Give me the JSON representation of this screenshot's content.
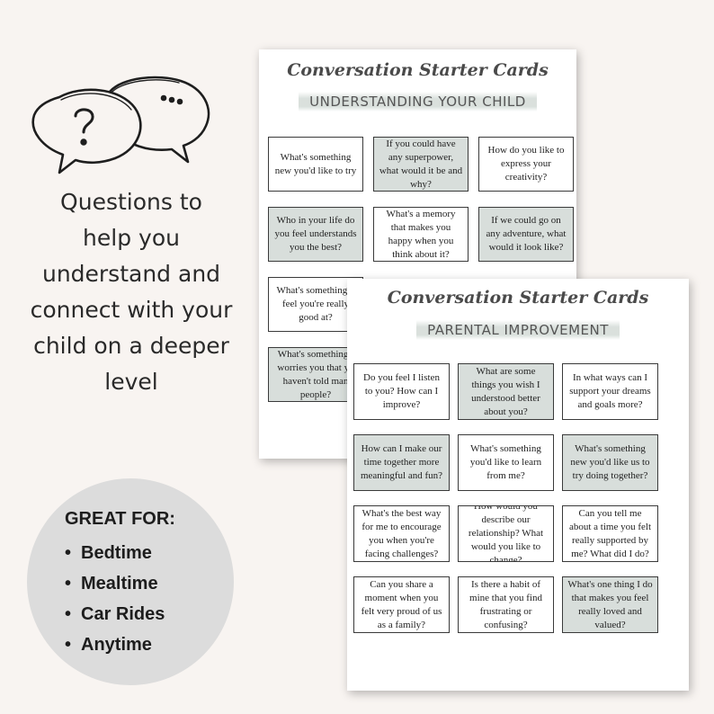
{
  "headline": [
    "Questions to",
    "help you",
    "understand and",
    "connect with your",
    "child on a deeper",
    "level"
  ],
  "great_for": {
    "title": "GREAT FOR:",
    "items": [
      "Bedtime",
      "Mealtime",
      "Car Rides",
      "Anytime"
    ]
  },
  "sheet1": {
    "title": "Conversation Starter Cards",
    "subtitle": "UNDERSTANDING YOUR CHILD",
    "cards": [
      {
        "text": "What's something new you'd like to try",
        "shaded": false
      },
      {
        "text": "If you could have any superpower, what would it be and why?",
        "shaded": true
      },
      {
        "text": "How do you like to express your creativity?",
        "shaded": false
      },
      {
        "text": "Who in your life do you feel understands you the best?",
        "shaded": true
      },
      {
        "text": "What's a memory that makes you happy when you think about it?",
        "shaded": false
      },
      {
        "text": "If we could go on any adventure, what would it look like?",
        "shaded": true
      },
      {
        "text": "What's something y feel you're really good at?",
        "shaded": false
      },
      {
        "text": "What's something t worries you that yo haven't told man people?",
        "shaded": true
      }
    ]
  },
  "sheet2": {
    "title": "Conversation Starter Cards",
    "subtitle": "PARENTAL IMPROVEMENT",
    "cards": [
      {
        "text": "Do you feel I listen to you? How can I improve?",
        "shaded": false
      },
      {
        "text": "What are some things you wish I understood better about you?",
        "shaded": true
      },
      {
        "text": "In what ways can I support your dreams and goals more?",
        "shaded": false
      },
      {
        "text": "How can I make our time together more meaningful and fun?",
        "shaded": true
      },
      {
        "text": "What's something you'd like to learn from me?",
        "shaded": false
      },
      {
        "text": "What's something new you'd like us to try doing together?",
        "shaded": true
      },
      {
        "text": "What's the best way for me to encourage you when you're facing challenges?",
        "shaded": false
      },
      {
        "text": "How would you describe our relationship? What would you like to change?",
        "shaded": false
      },
      {
        "text": "Can you tell me about a time you felt really supported by me? What did I do?",
        "shaded": false
      },
      {
        "text": "Can you share a moment when you felt very proud of us as a family?",
        "shaded": false
      },
      {
        "text": "Is there a habit of mine that you find frustrating or confusing?",
        "shaded": false
      },
      {
        "text": "What's one thing I do that makes you feel really loved and valued?",
        "shaded": true
      }
    ]
  },
  "icons": [
    "speech-bubbles-icon",
    "question-mark-icon"
  ]
}
